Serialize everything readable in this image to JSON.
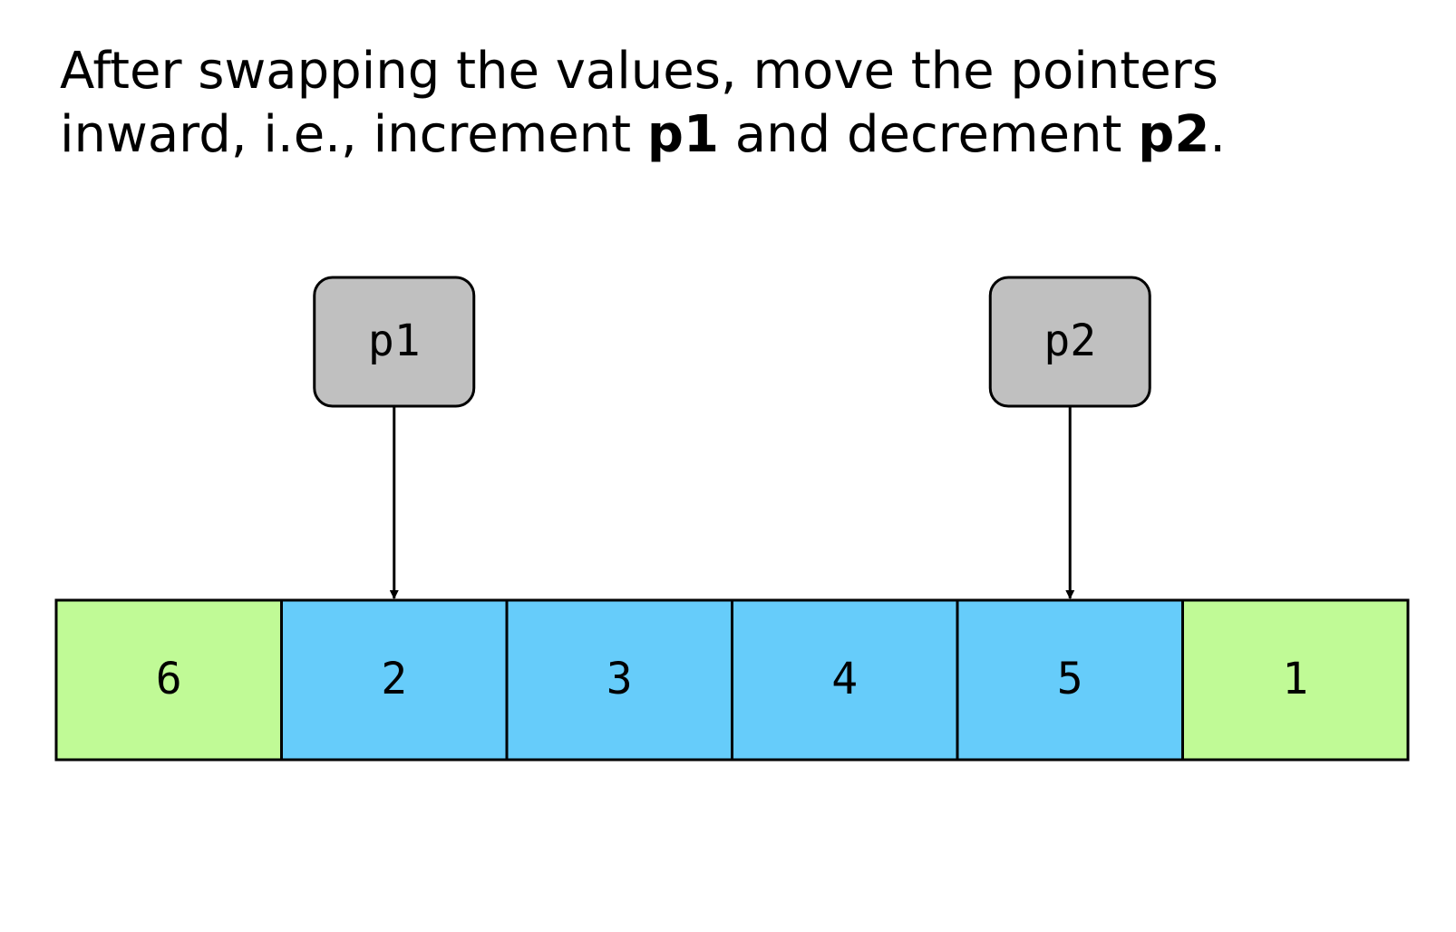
{
  "caption": {
    "line1": "After swapping the values, move the pointers",
    "line2_prefix": "inward, i.e., increment ",
    "p1_bold": "p1",
    "line2_middle": " and decrement ",
    "p2_bold": "p2",
    "line2_suffix": "."
  },
  "pointers": [
    {
      "label": "p1",
      "target_index": 1
    },
    {
      "label": "p2",
      "target_index": 4
    }
  ],
  "array": {
    "cells": [
      {
        "value": "6",
        "state": "done"
      },
      {
        "value": "2",
        "state": "active"
      },
      {
        "value": "3",
        "state": "active"
      },
      {
        "value": "4",
        "state": "active"
      },
      {
        "value": "5",
        "state": "active"
      },
      {
        "value": "1",
        "state": "done"
      }
    ]
  },
  "colors": {
    "done": "#c0fa96",
    "active": "#66ccfa",
    "pointer_box": "#c0c0c0",
    "stroke": "#000000"
  }
}
